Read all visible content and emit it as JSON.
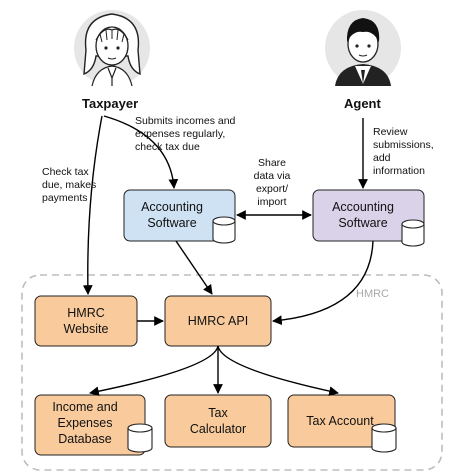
{
  "actors": {
    "taxpayer": "Taxpayer",
    "agent": "Agent"
  },
  "region_label": "HMRC",
  "boxes": {
    "software_taxpayer": [
      "Accounting",
      "Software"
    ],
    "software_agent": [
      "Accounting",
      "Software"
    ],
    "hmrc_website": [
      "HMRC",
      "Website"
    ],
    "hmrc_api": [
      "HMRC API"
    ],
    "income_db": [
      "Income and",
      "Expenses",
      "Database"
    ],
    "tax_calculator": [
      "Tax",
      "Calculator"
    ],
    "tax_account": [
      "Tax Account"
    ]
  },
  "edge_labels": {
    "submits": [
      "Submits incomes and",
      "expenses regularly,",
      "check tax due"
    ],
    "check_tax": [
      "Check tax",
      "due, makes",
      "payments"
    ],
    "share": [
      "Share",
      "data via",
      "export/",
      "import"
    ],
    "review": [
      "Review",
      "submissions,",
      "add",
      "information"
    ]
  },
  "colors": {
    "blue_box": "#cfe2f3",
    "purple_box": "#d9d2e9",
    "orange_box": "#f9cb9c",
    "region_border": "#bdbdbd"
  }
}
